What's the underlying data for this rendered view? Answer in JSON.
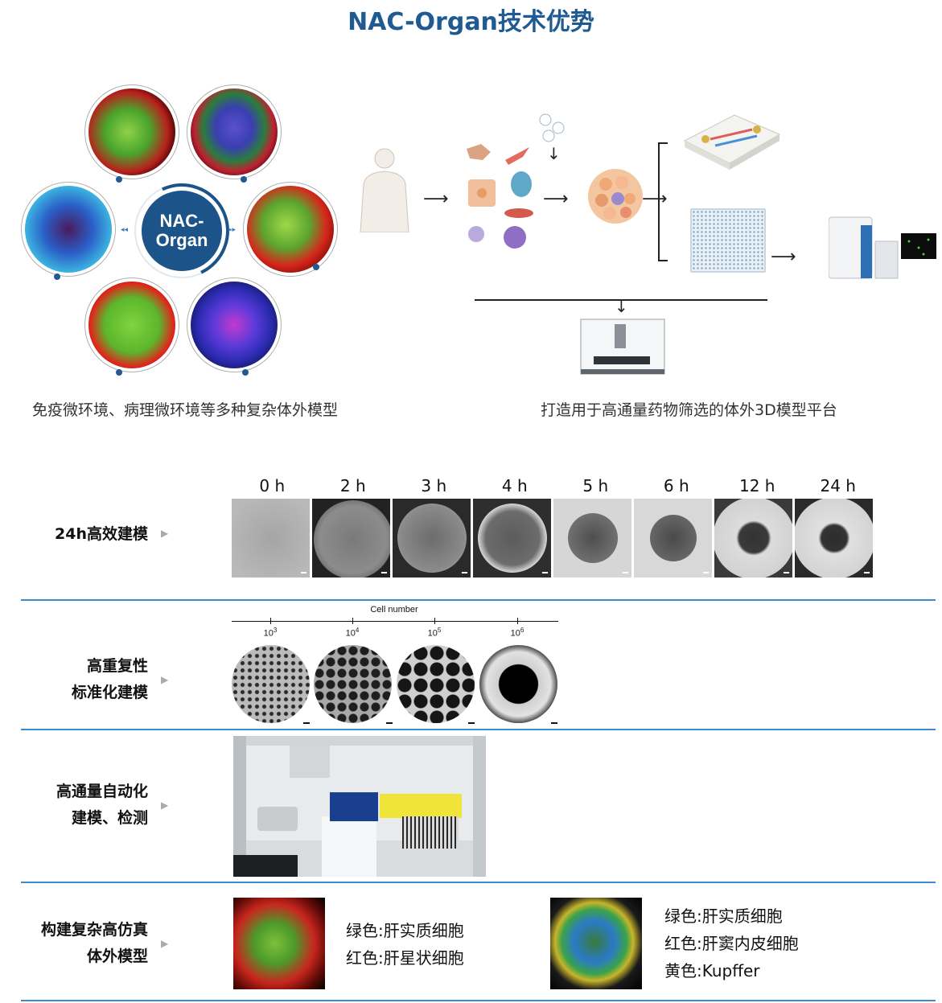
{
  "title": "NAC-Organ技术优势",
  "center_badge": {
    "line1": "NAC-",
    "line2": "Organ"
  },
  "captions": {
    "left": "免疫微环境、病理微环境等多种复杂体外模型",
    "right": "打造用于高通量药物筛选的体外3D模型平台"
  },
  "rows": [
    {
      "label_lines": [
        "24h高效建模"
      ]
    },
    {
      "label_lines": [
        "高重复性",
        "标准化建模"
      ]
    },
    {
      "label_lines": [
        "高通量自动化",
        "建模、检测"
      ]
    },
    {
      "label_lines": [
        "构建复杂高仿真",
        "体外模型"
      ]
    }
  ],
  "time_points": [
    "0 h",
    "2 h",
    "3 h",
    "4 h",
    "5 h",
    "6 h",
    "12 h",
    "24 h"
  ],
  "cell_number": {
    "title": "Cell number",
    "base": "10",
    "exponents": [
      "3",
      "4",
      "5",
      "6"
    ]
  },
  "legend_left": [
    "绿色:肝实质细胞",
    "红色:肝星状细胞"
  ],
  "legend_right": [
    "绿色:肝实质细胞",
    "红色:肝窦内皮细胞",
    "黄色:Kupffer"
  ],
  "colors": {
    "brand_blue": "#1f5a92",
    "divider_blue": "#3a8bd0"
  }
}
